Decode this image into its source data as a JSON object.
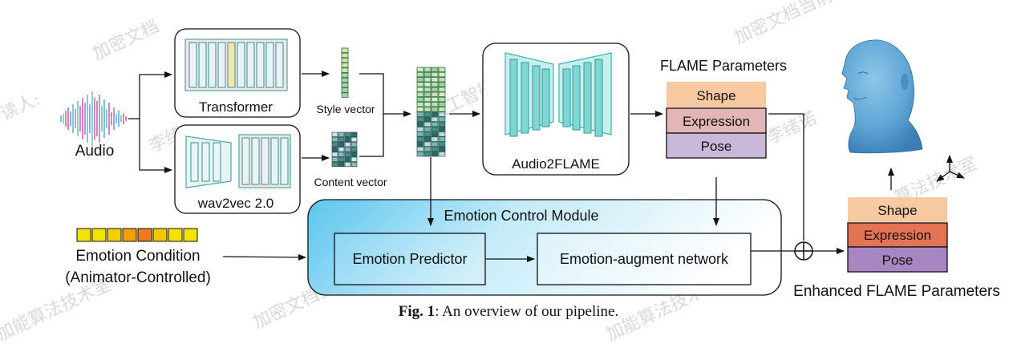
{
  "audio_label": "Audio",
  "transformer_label": "Transformer",
  "wav2vec_label": "wav2vec 2.0",
  "style_vector_label": "Style vector",
  "content_vector_label": "Content vector",
  "audio2flame_label": "Audio2FLAME",
  "flame_params_title": "FLAME Parameters",
  "flame_params": [
    "Shape",
    "Expression",
    "Pose"
  ],
  "emotion_module_title": "Emotion Control Module",
  "emotion_predictor_label": "Emotion Predictor",
  "emotion_augment_label": "Emotion-augment network",
  "emotion_condition_line1": "Emotion Condition",
  "emotion_condition_line2": "(Animator-Controlled)",
  "enhanced_params": [
    "Shape",
    "Expression",
    "Pose"
  ],
  "enhanced_title": "Enhanced FLAME Parameters",
  "caption_bold": "Fig. 1",
  "caption_text": ": An overview of our pipeline.",
  "watermarks": [
    "加密文档",
    "读人:",
    "李绪",
    "人工智能算法技术室",
    "加密文档当前",
    "李绪诺",
    "算法技术室",
    "加能算法技术室",
    "加密文档当前读人:",
    "加能算法技术室"
  ],
  "colors": {
    "shape_top": "#f6c9a0",
    "expression_top": "#e4b5b5",
    "pose_top": "#c9b8da",
    "shape_enh": "#f6c9a0",
    "expression_enh": "#e37355",
    "pose_enh": "#a886c2",
    "module_gradient_start": "#5cc6ee",
    "teal": "#6fd0cc"
  }
}
